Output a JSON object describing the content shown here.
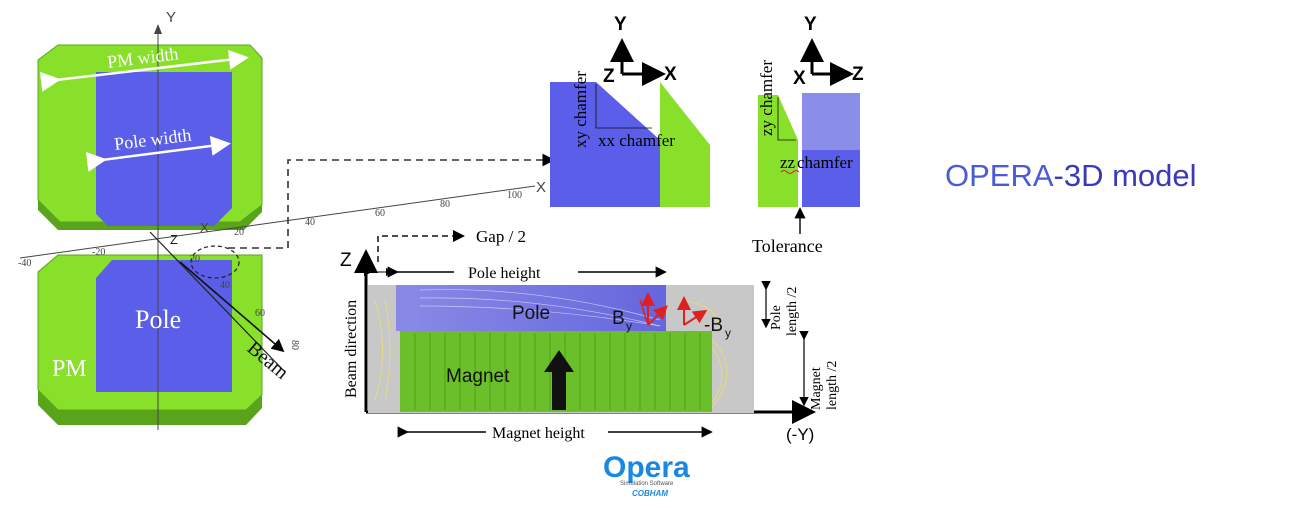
{
  "title": {
    "part1": "OPERA",
    "part2": "-3D model"
  },
  "left_model": {
    "pm_width": "PM width",
    "pole_width": "Pole width",
    "pole": "Pole",
    "pm": "PM",
    "beam": "Beam",
    "axis_y": "Y",
    "axis_x": "X",
    "axis_z": "Z",
    "axis_x_small": "X",
    "ticks_x": [
      "20",
      "40",
      "60",
      "80",
      "100"
    ],
    "ticks_neg": [
      "-40",
      "-20"
    ],
    "ticks_z": [
      "20",
      "40",
      "60",
      "80"
    ]
  },
  "xy_detail": {
    "ax_y": "Y",
    "ax_x": "X",
    "ax_z": "Z",
    "xy_chamfer": "xy chamfer",
    "xx_chamfer": "xx chamfer"
  },
  "zy_detail": {
    "ax_y": "Y",
    "ax_x": "X",
    "ax_z": "Z",
    "zy_chamfer": "zy chamfer",
    "zz_prefix": "zz",
    "zz_suffix": " chamfer",
    "tolerance": "Tolerance"
  },
  "section": {
    "gap": "Gap / 2",
    "z_axis": "Z",
    "pole_height": "Pole height",
    "pole": "Pole",
    "by": "B",
    "by_sub": "y",
    "neg_by": "-B",
    "neg_by_sub": "y",
    "magnet": "Magnet",
    "beam_direction": "Beam direction",
    "pole_length": "Pole",
    "pole_length2": "length /2",
    "magnet_length": "Magnet",
    "magnet_length2": "length /2",
    "magnet_height": "Magnet height",
    "neg_y": "(-Y)"
  },
  "logo": {
    "name": "Opera",
    "tagline": "Simulation Software",
    "brand": "COBHAM"
  },
  "colors": {
    "green": "#88e02a",
    "blue": "#5b5ee8",
    "dark_green": "#5aa41c",
    "title_blue": "#4a5bd6"
  }
}
